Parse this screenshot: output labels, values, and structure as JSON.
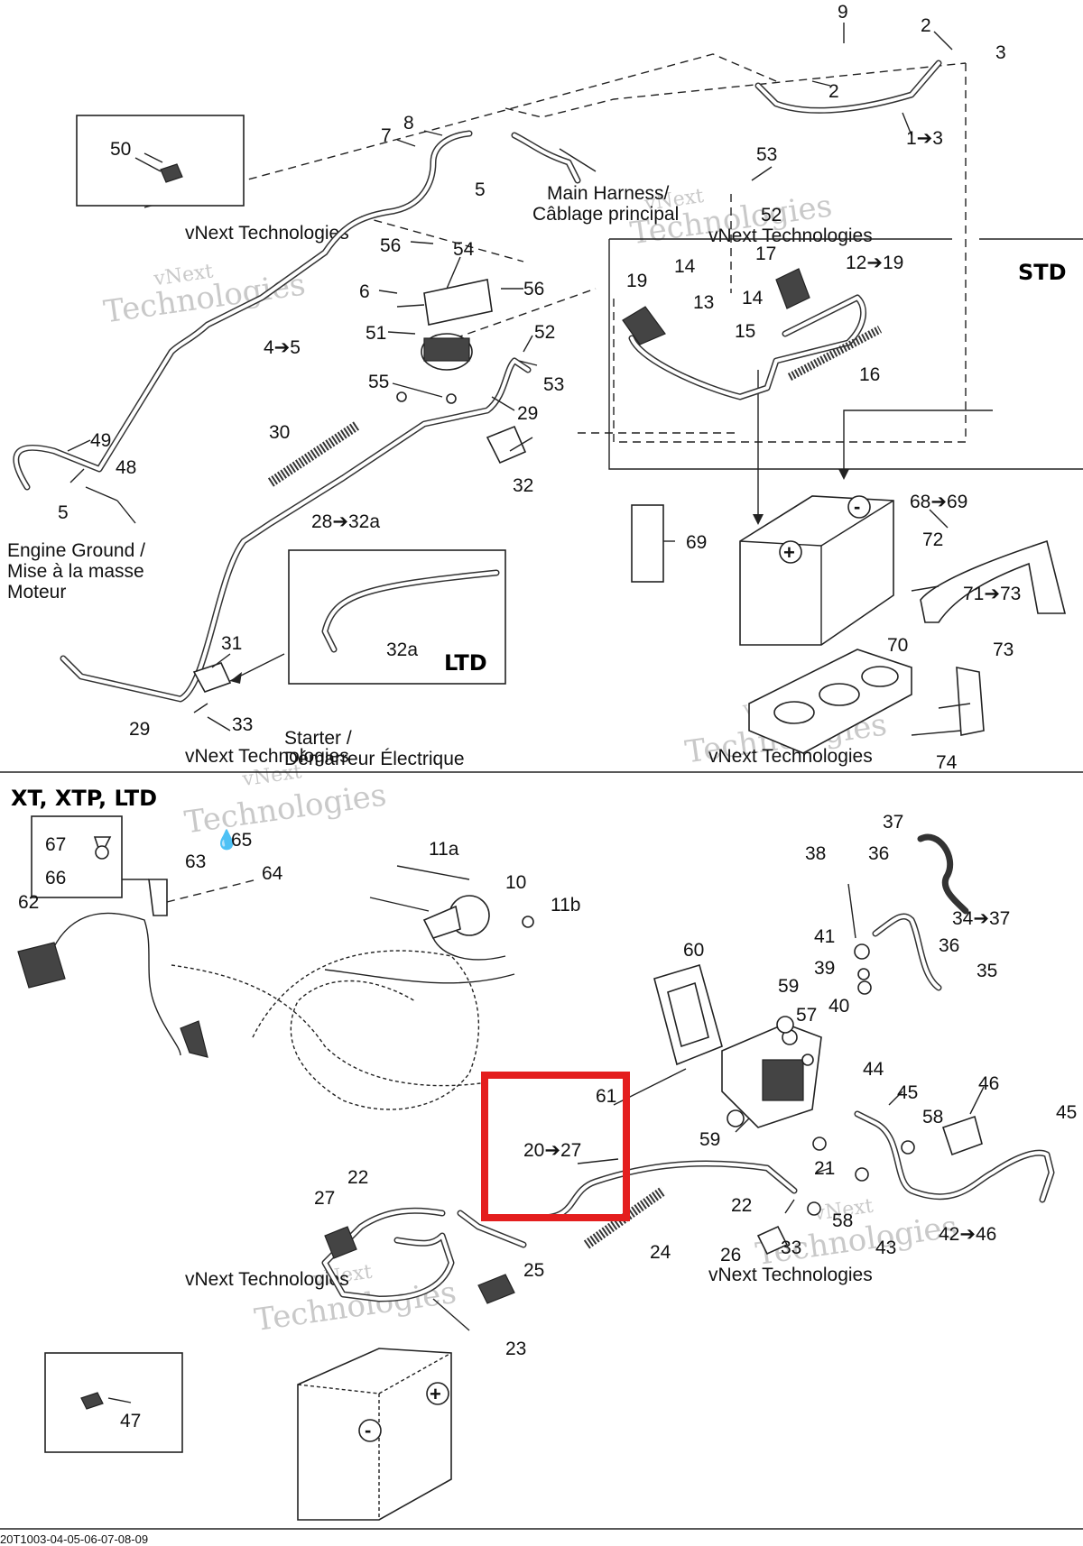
{
  "sections": {
    "std": "STD",
    "ltd": "LTD",
    "xt_group": "XT, XTP, LTD"
  },
  "labels": {
    "main_harness_1": "Main Harness/",
    "main_harness_2": "Câblage principal",
    "engine_ground_1": "Engine Ground /",
    "engine_ground_2": "Mise à la masse",
    "engine_ground_3": "Moteur",
    "starter_1": "Starter /",
    "starter_2": "Démarreur Électrique"
  },
  "watermark": {
    "line1": "vNext",
    "line2": "vNext Technologies",
    "line3": "Technologies"
  },
  "footer_code": "20T1003-04-05-06-07-08-09",
  "colors": {
    "highlight": "#e41e1e",
    "line": "#222222",
    "watermark": "#c9c9c9"
  },
  "callouts": {
    "c9": "9",
    "c2a": "2",
    "c3": "3",
    "c2b": "2",
    "c1_3": "1➔3",
    "c50": "50",
    "c8": "8",
    "c7": "7",
    "c5a": "5",
    "c53a": "53",
    "c52a": "52",
    "c56a": "56",
    "c54": "54",
    "c6": "6",
    "c56b": "56",
    "c51": "51",
    "c52b": "52",
    "c55": "55",
    "c53b": "53",
    "c29a": "29",
    "c4_5": "4➔5",
    "c19": "19",
    "c14a": "14",
    "c17": "17",
    "c12_19": "12➔19",
    "c13": "13",
    "c14b": "14",
    "c15": "15",
    "c16": "16",
    "c49": "49",
    "c48": "48",
    "c5b": "5",
    "c30": "30",
    "c32": "32",
    "c28_32a": "28➔32a",
    "c68_69": "68➔69",
    "c69": "69",
    "c72": "72",
    "c71_73": "71➔73",
    "c73": "73",
    "c70": "70",
    "c74": "74",
    "c31": "31",
    "c32a": "32a",
    "c29b": "29",
    "c33a": "33",
    "c67": "67",
    "c66": "66",
    "c65": "65",
    "c63": "63",
    "c64": "64",
    "c62": "62",
    "c11a": "11a",
    "c10": "10",
    "c11b": "11b",
    "c37": "37",
    "c38": "38",
    "c36a": "36",
    "c34_37": "34➔37",
    "c41": "41",
    "c36b": "36",
    "c39": "39",
    "c35": "35",
    "c40": "40",
    "c60": "60",
    "c59a": "59",
    "c57": "57",
    "c61": "61",
    "c20_27": "20➔27",
    "c44": "44",
    "c45a": "45",
    "c46": "46",
    "c45b": "45",
    "c58a": "58",
    "c59b": "59",
    "c21": "21",
    "c22a": "22",
    "c22b": "22",
    "c27": "27",
    "c58b": "58",
    "c24": "24",
    "c33b": "33",
    "c43": "43",
    "c42_46": "42➔46",
    "c26": "26",
    "c25": "25",
    "c23": "23",
    "c47": "47"
  }
}
